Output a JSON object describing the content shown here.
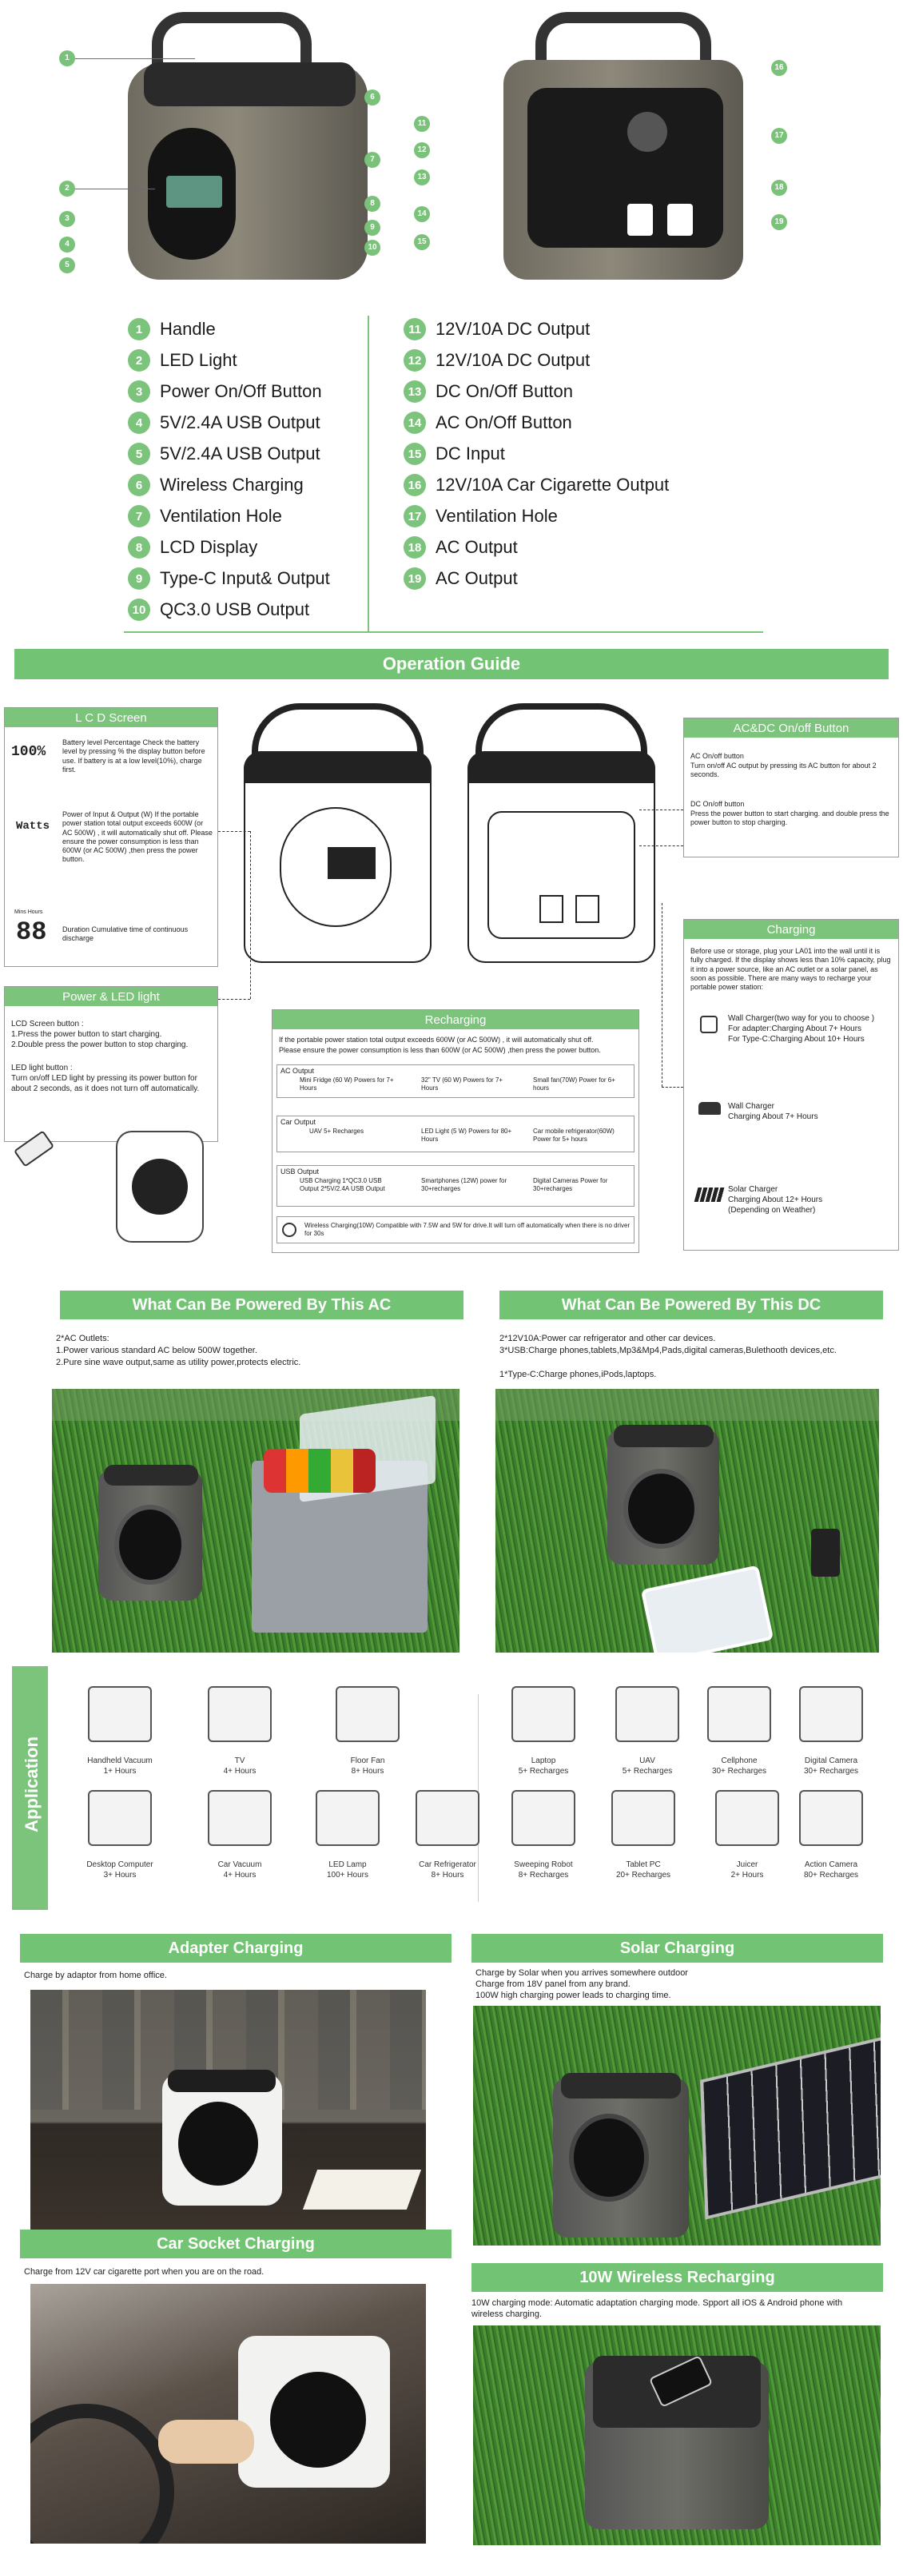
{
  "features_left": [
    {
      "num": "1",
      "label": "Handle"
    },
    {
      "num": "2",
      "label": "LED Light"
    },
    {
      "num": "3",
      "label": "Power On/Off Button"
    },
    {
      "num": "4",
      "label": "5V/2.4A USB Output"
    },
    {
      "num": "5",
      "label": "5V/2.4A USB Output"
    },
    {
      "num": "6",
      "label": "Wireless Charging"
    },
    {
      "num": "7",
      "label": "Ventilation Hole"
    },
    {
      "num": "8",
      "label": "LCD Display"
    },
    {
      "num": "9",
      "label": "Type-C Input& Output"
    },
    {
      "num": "10",
      "label": "QC3.0 USB Output"
    }
  ],
  "features_right": [
    {
      "num": "11",
      "label": "12V/10A DC Output"
    },
    {
      "num": "12",
      "label": "12V/10A DC Output"
    },
    {
      "num": "13",
      "label": "DC On/Off Button"
    },
    {
      "num": "14",
      "label": "AC On/Off Button"
    },
    {
      "num": "15",
      "label": "DC Input"
    },
    {
      "num": "16",
      "label": "12V/10A Car Cigarette Output"
    },
    {
      "num": "17",
      "label": "Ventilation Hole"
    },
    {
      "num": "18",
      "label": "AC Output"
    },
    {
      "num": "19",
      "label": "AC Output"
    }
  ],
  "callouts_front": [
    "1",
    "6",
    "7",
    "2",
    "8",
    "3",
    "4",
    "9",
    "5",
    "10"
  ],
  "callouts_back": [
    "11",
    "16",
    "12",
    "17",
    "13",
    "14",
    "18",
    "19",
    "15"
  ],
  "operation": {
    "title": "Operation Guide",
    "lcd": {
      "title": "L C D Screen",
      "battery_icon": "100%",
      "battery_text": "Battery level Percentage Check the battery level by pressing % the display button before use. If battery is at a low level(10%), charge first.",
      "watts_icon": "Watts",
      "watts_text": "Power of Input & Output (W) If the portable power station total output exceeds 600W (or AC 500W) , it will automatically shut off. Please ensure the power consumption is less than 600W (or AC 500W) ,then press the power button.",
      "dur_icon": "88",
      "dur_label": "Mins Hours",
      "dur_text": "Duration Cumulative time of continuous discharge"
    },
    "power_led": {
      "title": "Power & LED light",
      "text1": "LCD Screen button :",
      "text2": "1.Press the power button to start charging.",
      "text3": "2.Double press the power button to stop charging.",
      "text4": "LED light button :",
      "text5": "Turn on/off LED light by pressing its power button for about 2 seconds, as it does not turn off automatically."
    },
    "acdc": {
      "title": "AC&DC On/off Button",
      "ac_title": "AC On/off button",
      "ac_text": "Turn on/off AC output by pressing its AC button for about 2 seconds.",
      "dc_title": "DC On/off button",
      "dc_text": "Press the power button to start charging. and double press the power button to stop charging."
    },
    "charging": {
      "title": "Charging",
      "intro": "Before use or storage, plug your LA01 into the wall until it is fully charged. If the display shows less than 10% capacity, plug it into a power source, like an AC outlet or a solar panel, as soon as possible. There are many ways to recharge your portable power station:",
      "wall_title": "Wall Charger(two way for you to choose )",
      "wall_l1": "For adapter:Charging About 7+ Hours",
      "wall_l2": "For Type-C:Charging About 10+ Hours",
      "car_title": "Wall Charger",
      "car_l1": "Charging About 7+ Hours",
      "solar_title": "Solar Charger",
      "solar_l1": "Charging About 12+ Hours",
      "solar_l2": "(Depending on Weather)"
    },
    "recharging": {
      "title": "Recharging",
      "intro1": "If the portable power station total output exceeds 600W (or AC 500W) , it will automatically shut off.",
      "intro2": "Please ensure the power consumption is less than 600W (or AC 500W) ,then press the power button.",
      "ac_label": "AC Output",
      "ac_items": [
        "Mini Fridge (60 W) Powers for 7+ Hours",
        "32\" TV (60 W) Powers for 7+ Hours",
        "Small fan(70W) Power for 6+ hours"
      ],
      "car_label": "Car Output",
      "car_items": [
        "UAV 5+ Recharges",
        "LED Light (5 W) Powers for 80+ Hours",
        "Car mobile refrigerator(60W) Power for 5+ hours"
      ],
      "usb_label": "USB Output",
      "usb_items": [
        "USB Charging 1*QC3.0 USB Output 2*5V/2.4A USB Output",
        "Smartphones (12W) power for 30+recharges",
        "Digital Cameras Power for 30+recharges"
      ],
      "wireless": "Wireless Charging(10W) Compatible with 7.5W and 5W for drive.It will turn off automatically when there is no driver for 30s"
    }
  },
  "ac_section": {
    "title": "What Can Be Powered By This AC",
    "l1": "2*AC Outlets:",
    "l2": "1.Power various standard AC below 500W together.",
    "l3": "2.Pure sine wave output,same as utility power,protects electric."
  },
  "dc_section": {
    "title": "What Can Be Powered By This DC",
    "l1": "2*12V10A:Power car refrigerator and other car devices.",
    "l2": "3*USB:Charge phones,tablets,Mp3&Mp4,Pads,digital cameras,Bulethooth devices,etc.",
    "l3": "1*Type-C:Charge phones,iPods,laptops."
  },
  "application": {
    "label": "Application",
    "left": [
      {
        "name": "Handheld Vacuum",
        "value": "1+ Hours",
        "icon": "vacuum-icon"
      },
      {
        "name": "TV",
        "value": "4+ Hours",
        "icon": "tv-icon"
      },
      {
        "name": "Floor Fan",
        "value": "8+ Hours",
        "icon": "fan-icon"
      },
      {
        "name": "Desktop Computer",
        "value": "3+ Hours",
        "icon": "desktop-icon"
      },
      {
        "name": "Car Vacuum",
        "value": "4+ Hours",
        "icon": "car-vacuum-icon"
      },
      {
        "name": "LED Lamp",
        "value": "100+ Hours",
        "icon": "bulb-icon"
      },
      {
        "name": "Car Refrigerator",
        "value": "8+ Hours",
        "icon": "fridge-icon"
      }
    ],
    "right": [
      {
        "name": "Laptop",
        "value": "5+ Recharges",
        "icon": "laptop-icon"
      },
      {
        "name": "UAV",
        "value": "5+ Recharges",
        "icon": "drone-icon"
      },
      {
        "name": "Cellphone",
        "value": "30+ Recharges",
        "icon": "phone-icon"
      },
      {
        "name": "Digital Camera",
        "value": "30+ Recharges",
        "icon": "camera-icon"
      },
      {
        "name": "Sweeping Robot",
        "value": "8+ Recharges",
        "icon": "robot-icon"
      },
      {
        "name": "Tablet PC",
        "value": "20+ Recharges",
        "icon": "tablet-icon"
      },
      {
        "name": "Juicer",
        "value": "2+ Hours",
        "icon": "juicer-icon"
      },
      {
        "name": "Action Camera",
        "value": "80+ Recharges",
        "icon": "action-camera-icon"
      }
    ]
  },
  "adapter": {
    "title": "Adapter Charging",
    "text": "Charge by adaptor from home office."
  },
  "solar": {
    "title": "Solar Charging",
    "l1": "Charge by Solar when you arrives somewhere outdoor",
    "l2": "Charge from 18V panel from any brand.",
    "l3": "100W high charging power leads to charging time."
  },
  "car": {
    "title": "Car Socket Charging",
    "text": "Charge from 12V car cigarette port when you are on the road."
  },
  "wireless": {
    "title": "10W Wireless Recharging",
    "l1": "10W charging mode: Automatic adaptation charging mode. Spport all iOS & Android phone with",
    "l2": "wireless charging."
  },
  "colors": {
    "accent": "#72c474",
    "dark": "#2b2b2b"
  }
}
